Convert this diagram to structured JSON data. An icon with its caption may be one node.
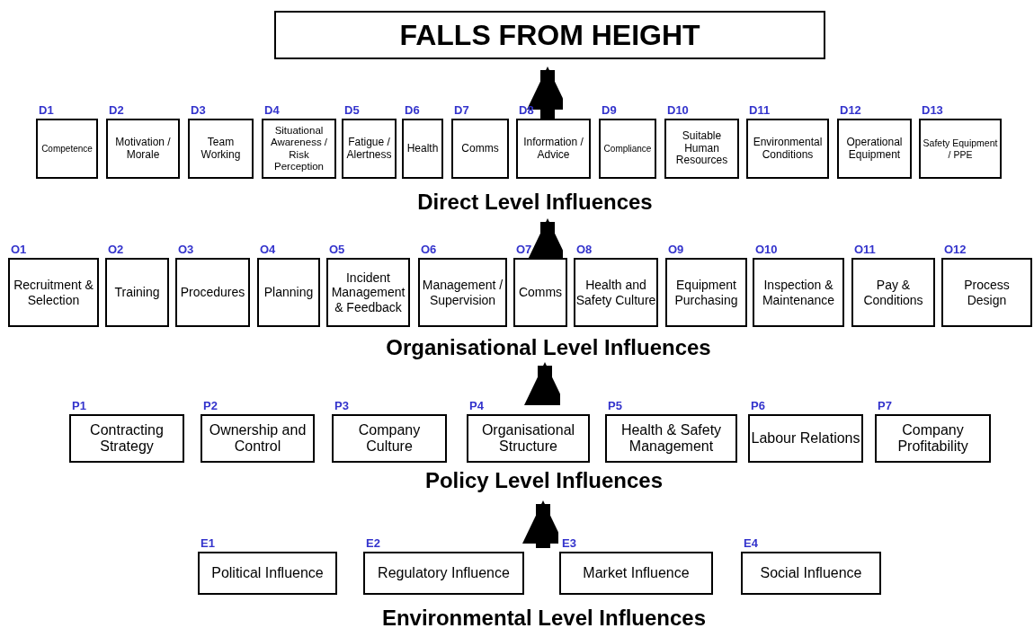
{
  "diagram": {
    "nodes": [
      {
        "text": [
          "FALLS FROM HEIGHT"
        ]
      },
      {
        "text": [
          "Competence"
        ],
        "beside": [
          "D1"
        ]
      },
      {
        "text": [
          "Motivation / Morale"
        ],
        "beside": [
          "D2"
        ]
      },
      {
        "text": [
          "Team Working"
        ],
        "beside": [
          "D3"
        ]
      },
      {
        "text": [
          "Situational Awareness / Risk Perception"
        ],
        "beside": [
          "D4"
        ]
      },
      {
        "text": [
          "Fatigue / Alertness"
        ],
        "beside": [
          "D5"
        ]
      },
      {
        "text": [
          "Health"
        ],
        "beside": [
          "D6"
        ]
      },
      {
        "text": [
          "Comms"
        ],
        "beside": [
          "D7"
        ]
      },
      {
        "text": [
          "Information / Advice"
        ],
        "beside": [
          "D8"
        ]
      },
      {
        "text": [
          "Compliance"
        ],
        "beside": [
          "D9"
        ]
      },
      {
        "text": [
          "Suitable Human Resources"
        ],
        "beside": [
          "D10"
        ]
      },
      {
        "text": [
          "Environmental Conditions"
        ],
        "beside": [
          "D11"
        ]
      },
      {
        "text": [
          "Operational Equipment"
        ],
        "beside": [
          "D12"
        ]
      },
      {
        "text": [
          "Safety Equipment / PPE"
        ],
        "beside": [
          "D13"
        ]
      },
      {
        "text": [
          "Direct Level Influences"
        ]
      },
      {
        "text": [
          "Recruitment & Selection"
        ],
        "beside": [
          "O1"
        ]
      },
      {
        "text": [
          "Training"
        ],
        "beside": [
          "O2"
        ]
      },
      {
        "text": [
          "Procedures"
        ],
        "beside": [
          "O3"
        ]
      },
      {
        "text": [
          "Planning"
        ],
        "beside": [
          "O4"
        ]
      },
      {
        "text": [
          "Incident Management & Feedback"
        ],
        "beside": [
          "O5"
        ]
      },
      {
        "text": [
          "Management / Supervision"
        ],
        "beside": [
          "O6"
        ]
      },
      {
        "text": [
          "Comms"
        ],
        "beside": [
          "O7"
        ]
      },
      {
        "text": [
          "Health and Safety Culture"
        ],
        "beside": [
          "O8"
        ]
      },
      {
        "text": [
          "Equipment Purchasing"
        ],
        "beside": [
          "O9"
        ]
      },
      {
        "text": [
          "Inspection & Maintenance"
        ],
        "beside": [
          "O10"
        ]
      },
      {
        "text": [
          "Pay & Conditions"
        ],
        "beside": [
          "O11"
        ]
      },
      {
        "text": [
          "Process Design"
        ],
        "beside": [
          "O12"
        ]
      },
      {
        "text": [
          "Organisational Level Influences"
        ]
      },
      {
        "text": [
          "Contracting Strategy"
        ],
        "beside": [
          "P1"
        ]
      },
      {
        "text": [
          "Ownership and Control"
        ],
        "beside": [
          "P2"
        ]
      },
      {
        "text": [
          "Company Culture"
        ],
        "beside": [
          "P3"
        ]
      },
      {
        "text": [
          "Organisational Structure"
        ],
        "beside": [
          "P4"
        ]
      },
      {
        "text": [
          "Health & Safety Management"
        ],
        "beside": [
          "P5"
        ]
      },
      {
        "text": [
          "Labour Relations"
        ],
        "beside": [
          "P6"
        ]
      },
      {
        "text": [
          "Company Profitability"
        ],
        "beside": [
          "P7"
        ]
      },
      {
        "text": [
          "Policy Level Influences"
        ]
      },
      {
        "text": [
          "Political Influence"
        ],
        "beside": [
          "E1"
        ]
      },
      {
        "text": [
          "Regulatory Influence"
        ],
        "beside": [
          "E2"
        ]
      },
      {
        "text": [
          "Market Influence"
        ],
        "beside": [
          "E3"
        ]
      },
      {
        "text": [
          "Social Influence"
        ],
        "beside": [
          "E4"
        ]
      }
    ],
    "edges": [
      {
        "from": 8,
        "to": 0,
        "arrow": "to"
      },
      {
        "from": 21,
        "to": 14,
        "arrow": "to"
      },
      {
        "from": null,
        "to": 27,
        "arrow": "to"
      },
      {
        "from": null,
        "to": 35,
        "arrow": "to"
      }
    ],
    "labels": [
      "Environmental Level Influences"
    ]
  }
}
